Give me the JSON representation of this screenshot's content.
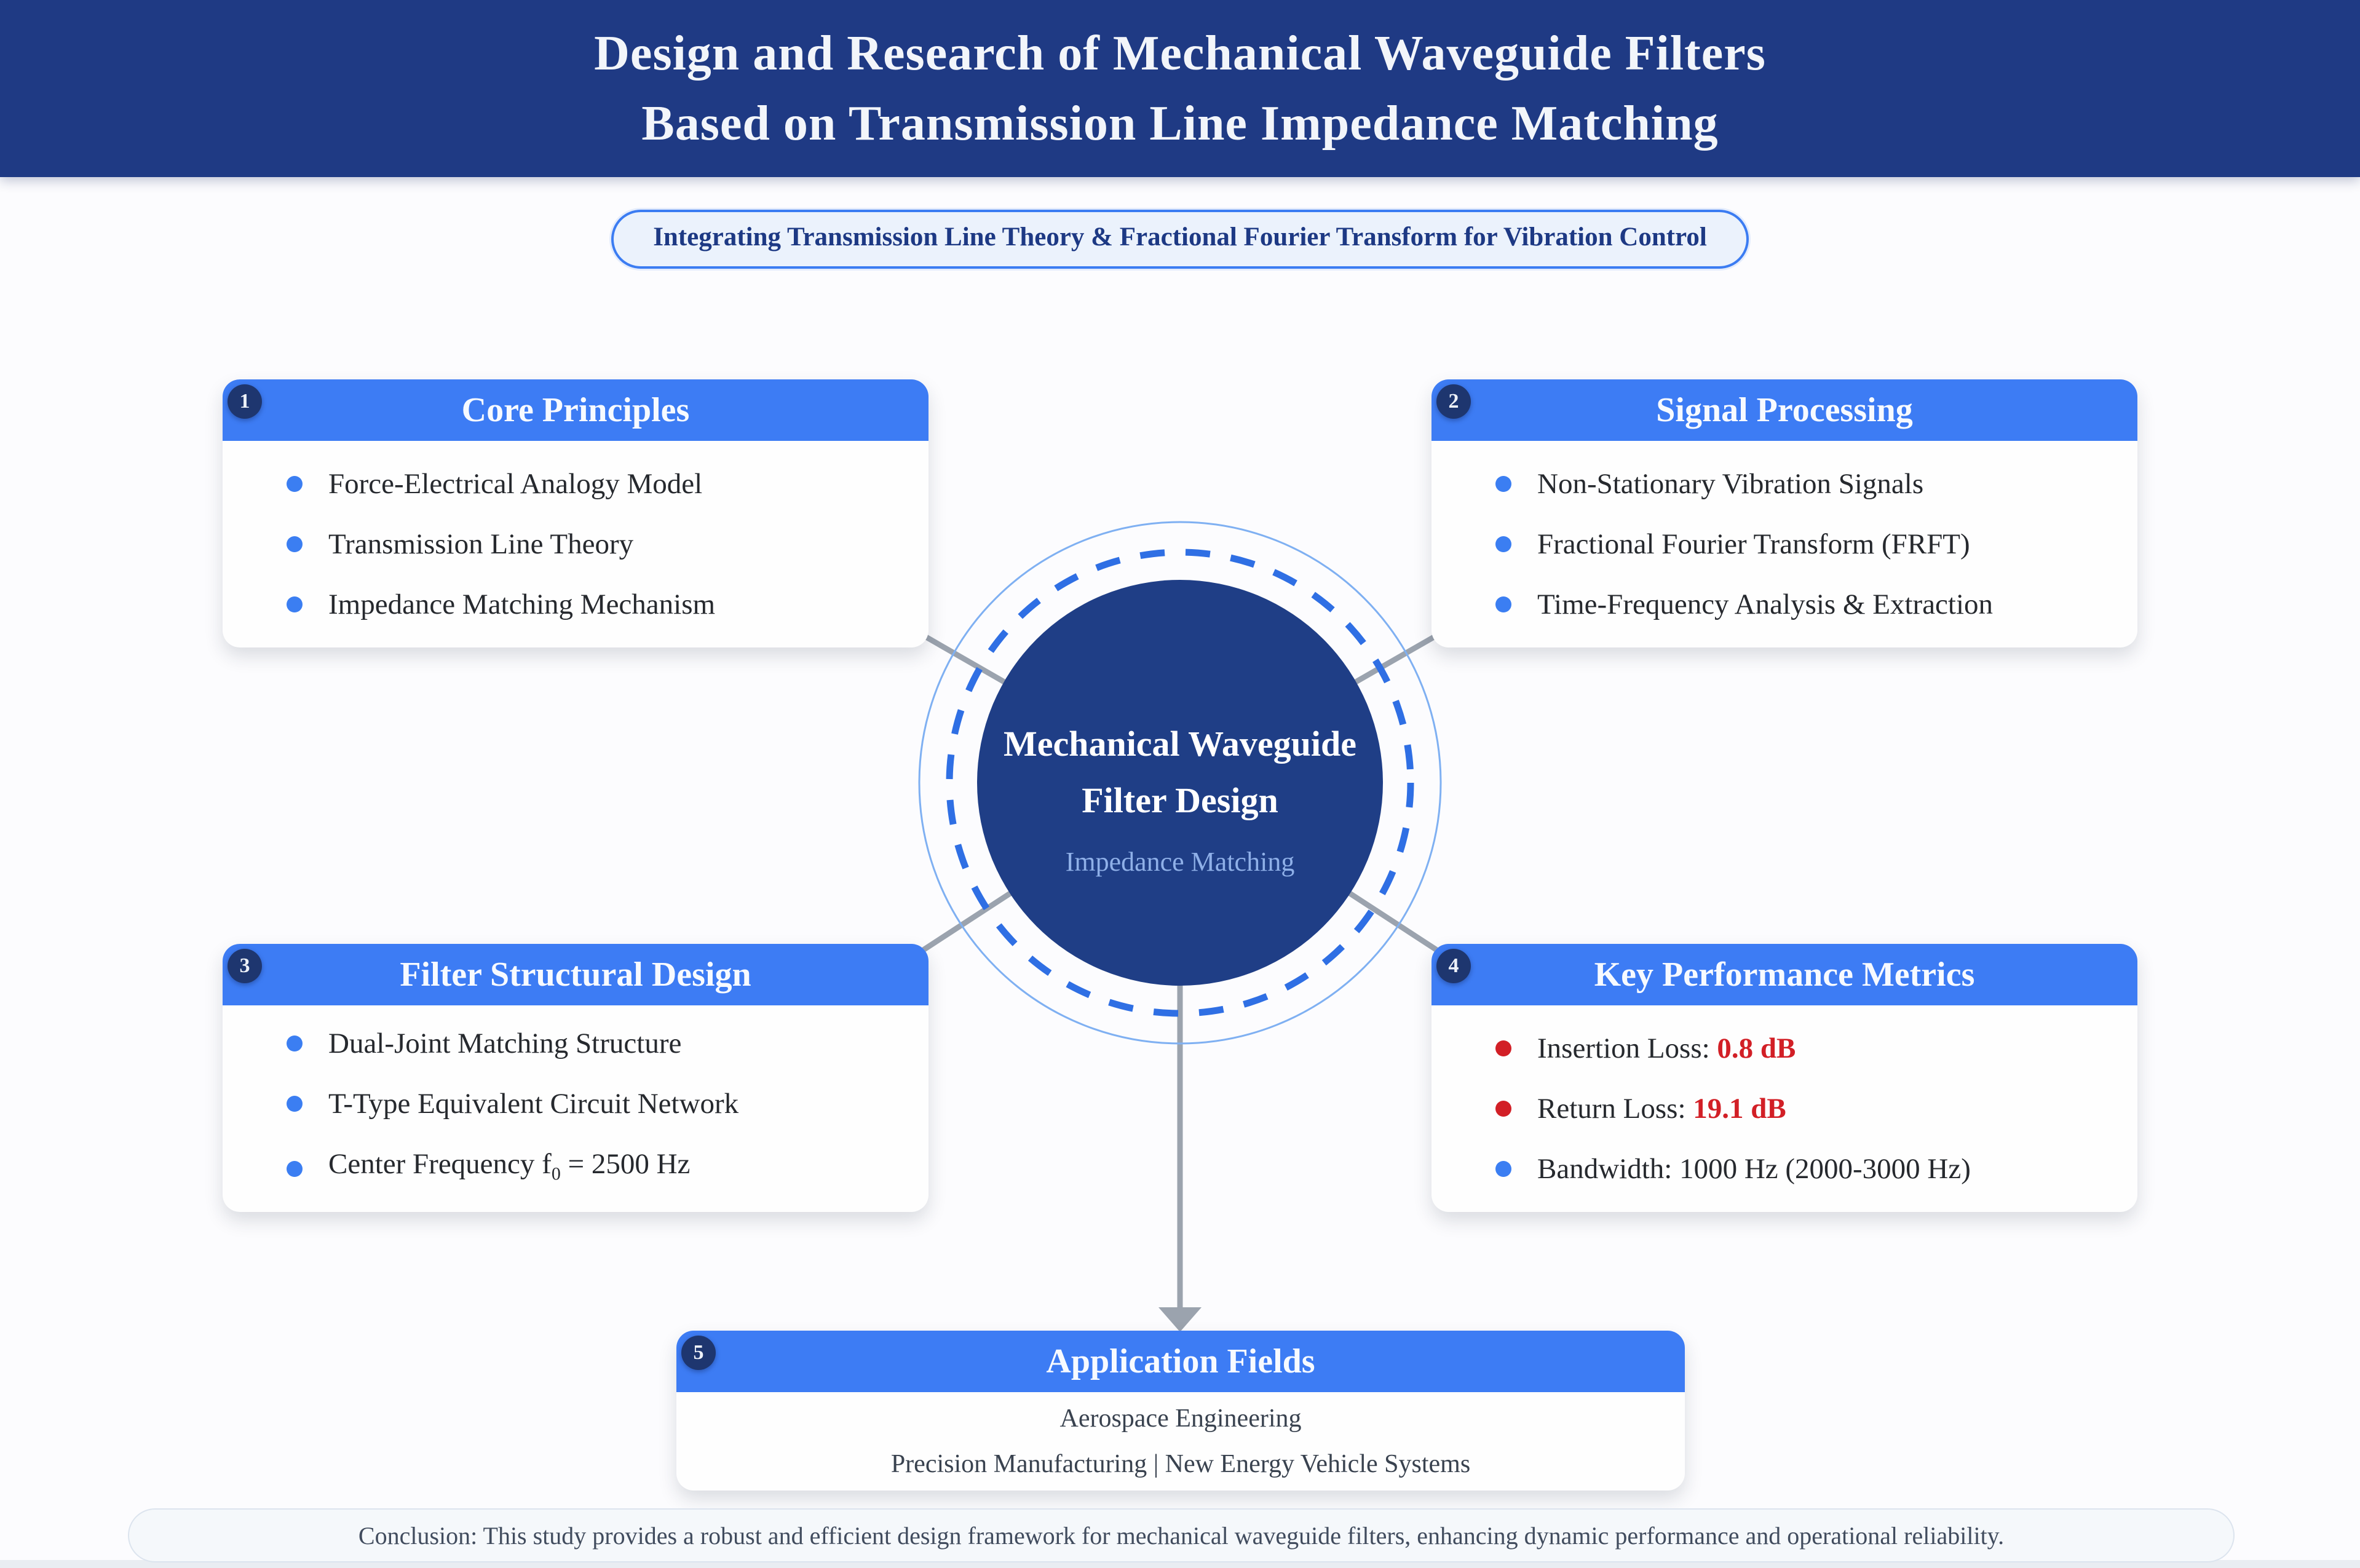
{
  "header": {
    "title_line1": "Design and Research of Mechanical Waveguide Filters",
    "title_line2": "Based on Transmission Line Impedance Matching"
  },
  "subtitle_banner": {
    "text": "Integrating Transmission Line Theory & Fractional Fourier Transform for Vibration Control"
  },
  "center": {
    "title_line1": "Mechanical Waveguide",
    "title_line2": "Filter Design",
    "subtitle": "Impedance Matching"
  },
  "cards": [
    {
      "number": "1",
      "title": "Core Principles",
      "items": [
        {
          "text": "Force-Electrical Analogy Model",
          "dot": "#3B7EF2"
        },
        {
          "text": "Transmission Line Theory",
          "dot": "#3B7EF2"
        },
        {
          "text": "Impedance Matching Mechanism",
          "dot": "#3B7EF2"
        }
      ]
    },
    {
      "number": "2",
      "title": "Signal Processing",
      "items": [
        {
          "text": "Non-Stationary Vibration Signals",
          "dot": "#3B7EF2"
        },
        {
          "text": "Fractional Fourier Transform (FRFT)",
          "dot": "#3B7EF2"
        },
        {
          "text": "Time-Frequency Analysis & Extraction",
          "dot": "#3B7EF2"
        }
      ]
    },
    {
      "number": "3",
      "title": "Filter Structural Design",
      "items": [
        {
          "text": "Dual-Joint Matching Structure",
          "dot": "#3B7EF2"
        },
        {
          "text": "T-Type Equivalent Circuit Network",
          "dot": "#3B7EF2"
        },
        {
          "pre": "Center Frequency f",
          "sub": "0",
          "post": " = 2500 Hz",
          "dot": "#3B7EF2"
        }
      ]
    },
    {
      "number": "4",
      "title": "Key Performance Metrics",
      "items": [
        {
          "label": "Insertion Loss: ",
          "value": "0.8 dB",
          "dot": "#D21F26"
        },
        {
          "label": "Return Loss: ",
          "value": "19.1 dB",
          "dot": "#D21F26"
        },
        {
          "label": "Bandwidth: 1000 Hz (2000-3000 Hz)",
          "value": "",
          "dot": "#3B7EF2"
        }
      ]
    },
    {
      "number": "5",
      "title": "Application Fields",
      "lines": [
        "Aerospace Engineering",
        "Precision Manufacturing | New Energy Vehicle Systems"
      ]
    }
  ],
  "conclusion": {
    "text": "Conclusion: This study provides a robust and efficient design framework for mechanical waveguide filters, enhancing dynamic performance and operational reliability."
  },
  "colors": {
    "header_navy": "#1F3A84",
    "card_header_blue": "#3D7CF4",
    "badge_navy": "#1E366F",
    "center_circle_navy": "#1F3E86",
    "dashed_ring_blue": "#2F6FE4",
    "outer_ring_blue": "#7FB0F2",
    "bullet_blue": "#3B7EF2",
    "metric_red": "#D21F26",
    "connector_gray": "#9BA3AE",
    "pill_border_blue": "#3B7CF2",
    "pill_text_navy": "#1D3984"
  }
}
